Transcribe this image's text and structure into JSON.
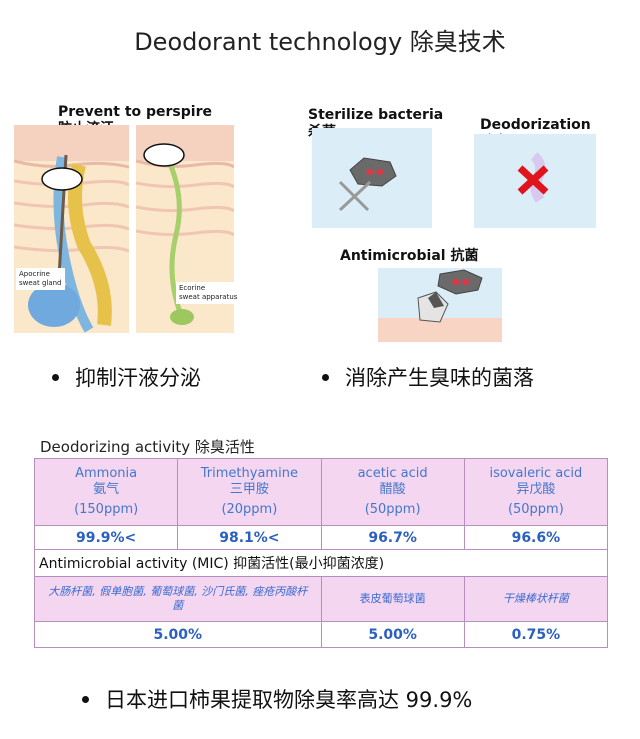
{
  "title": "Deodorant technology 除臭技术",
  "panels": {
    "perspire": {
      "label_en": "Prevent to perspire",
      "label_zh": "防止流汗",
      "apocrine_1": "Apocrine",
      "apocrine_2": "sweat gland",
      "ecorine_1": "Ecorine",
      "ecorine_2": "sweat apparatus"
    },
    "sterilize": {
      "label_en": "Sterilize bacteria",
      "label_zh": "杀菌"
    },
    "deodorization": {
      "label_en": "Deodorization",
      "label_zh": "除臭"
    },
    "antimicrobial": {
      "label": "Antimicrobial  抗菌"
    }
  },
  "bullets": {
    "left": "抑制汗液分泌",
    "right": "消除产生臭味的菌落",
    "bottom": "日本进口柿果提取物除臭率高达 99.9%"
  },
  "table": {
    "title": "Deodorizing activity 除臭活性",
    "columns": [
      {
        "en": "Ammonia",
        "zh": "氨气",
        "ppm": "(150ppm)",
        "value": "99.9%<"
      },
      {
        "en": "Trimethyamine",
        "zh": "三甲胺",
        "ppm": "(20ppm)",
        "value": "98.1%<"
      },
      {
        "en": "acetic  acid",
        "zh": "醋酸",
        "ppm": "(50ppm)",
        "value": "96.7%"
      },
      {
        "en": "isovaleric acid",
        "zh": "异戊酸",
        "ppm": "(50ppm)",
        "value": "96.6%"
      }
    ],
    "mic_title": "Antimicrobial activity (MIC)  抑菌活性(最小抑菌浓度)",
    "mic": [
      {
        "name": "大肠杆菌, 假单胞菌, 葡萄球菌, 沙门氏菌, 痤疮丙酸杆菌",
        "value": "5.00%"
      },
      {
        "name": "表皮葡萄球菌",
        "value": "5.00%"
      },
      {
        "name": "干燥棒状杆菌",
        "value": "0.75%"
      }
    ]
  },
  "colors": {
    "table_header_bg": "#f4d6f1",
    "table_text": "#2b5fc0",
    "border": "#b48fc0",
    "panel_bg": "#dbeef8"
  }
}
